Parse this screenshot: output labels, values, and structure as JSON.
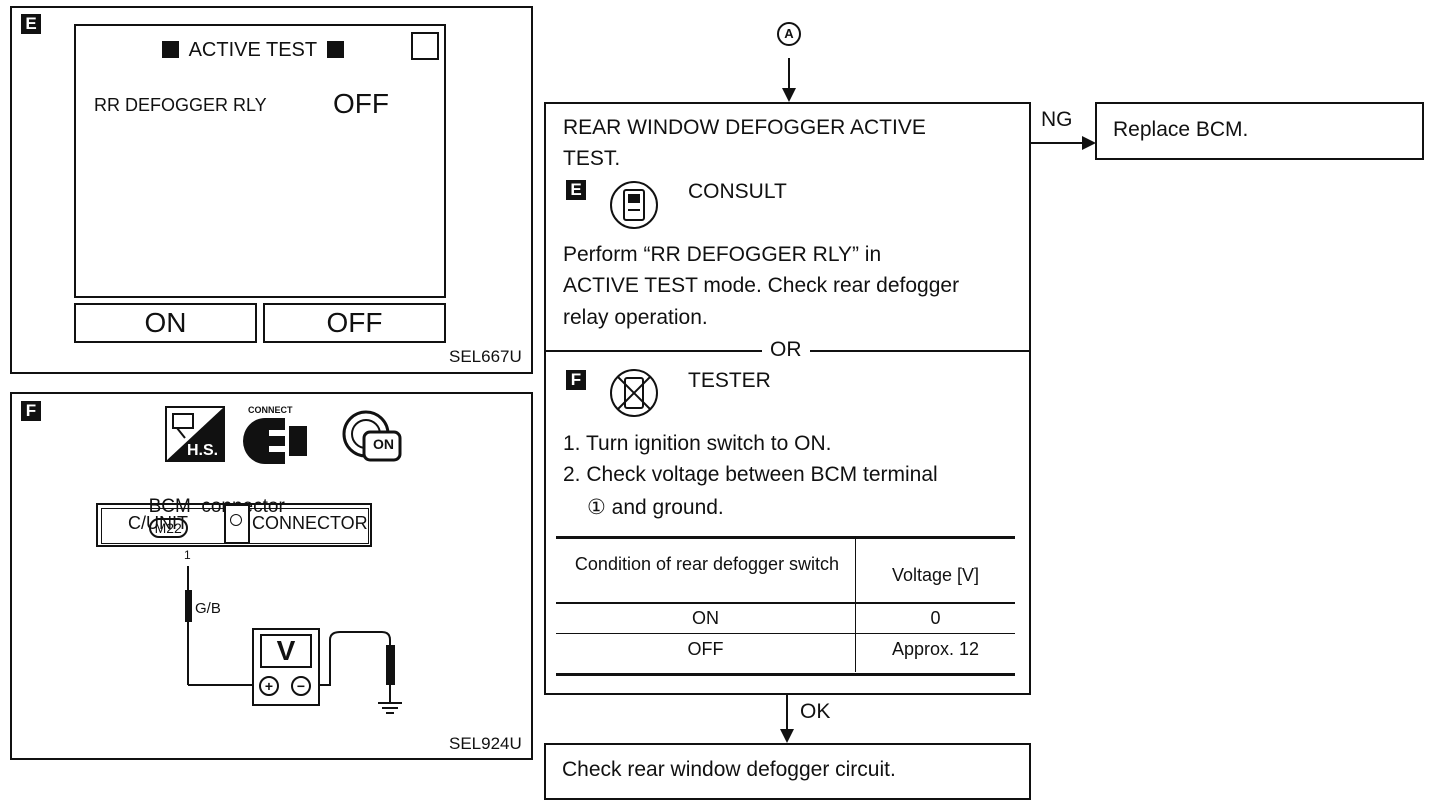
{
  "panel_e": {
    "badge": "E",
    "screen_title": "ACTIVE TEST",
    "item_label": "RR DEFOGGER RLY",
    "item_value": "OFF",
    "button_on": "ON",
    "button_off": "OFF",
    "code": "SEL667U"
  },
  "panel_f": {
    "badge": "F",
    "hs_label": "H.S.",
    "connect_label": "CONNECT",
    "key_label": "ON",
    "connector_label": "BCM  connector",
    "connector_id": "M22",
    "cunit_label": "C/UNIT",
    "connector_text": "CONNECTOR",
    "terminal_no": "1",
    "wire_color": "G/B",
    "meter_label": "V",
    "code": "SEL924U"
  },
  "flow": {
    "entry_marker": "A",
    "step_title_1": "REAR WINDOW DEFOGGER ACTIVE",
    "step_title_2": "TEST.",
    "consult_badge": "E",
    "consult_label": "CONSULT",
    "consult_text_1": "Perform “RR DEFOGGER RLY” in",
    "consult_text_2": "ACTIVE TEST mode. Check rear defogger",
    "consult_text_3": "relay operation.",
    "or_label": "OR",
    "tester_badge": "F",
    "tester_label": "TESTER",
    "tester_step_1": "1. Turn ignition switch to ON.",
    "tester_step_2": "2. Check voltage between BCM terminal",
    "tester_step_2b": "①  and ground.",
    "table": {
      "header_condition": "Condition of rear defogger switch",
      "header_voltage": "Voltage [V]",
      "rows": [
        {
          "condition": "ON",
          "voltage": "0"
        },
        {
          "condition": "OFF",
          "voltage": "Approx. 12"
        }
      ]
    },
    "ng_label": "NG",
    "ng_action": "Replace BCM.",
    "ok_label": "OK",
    "ok_action": "Check rear window defogger circuit."
  }
}
